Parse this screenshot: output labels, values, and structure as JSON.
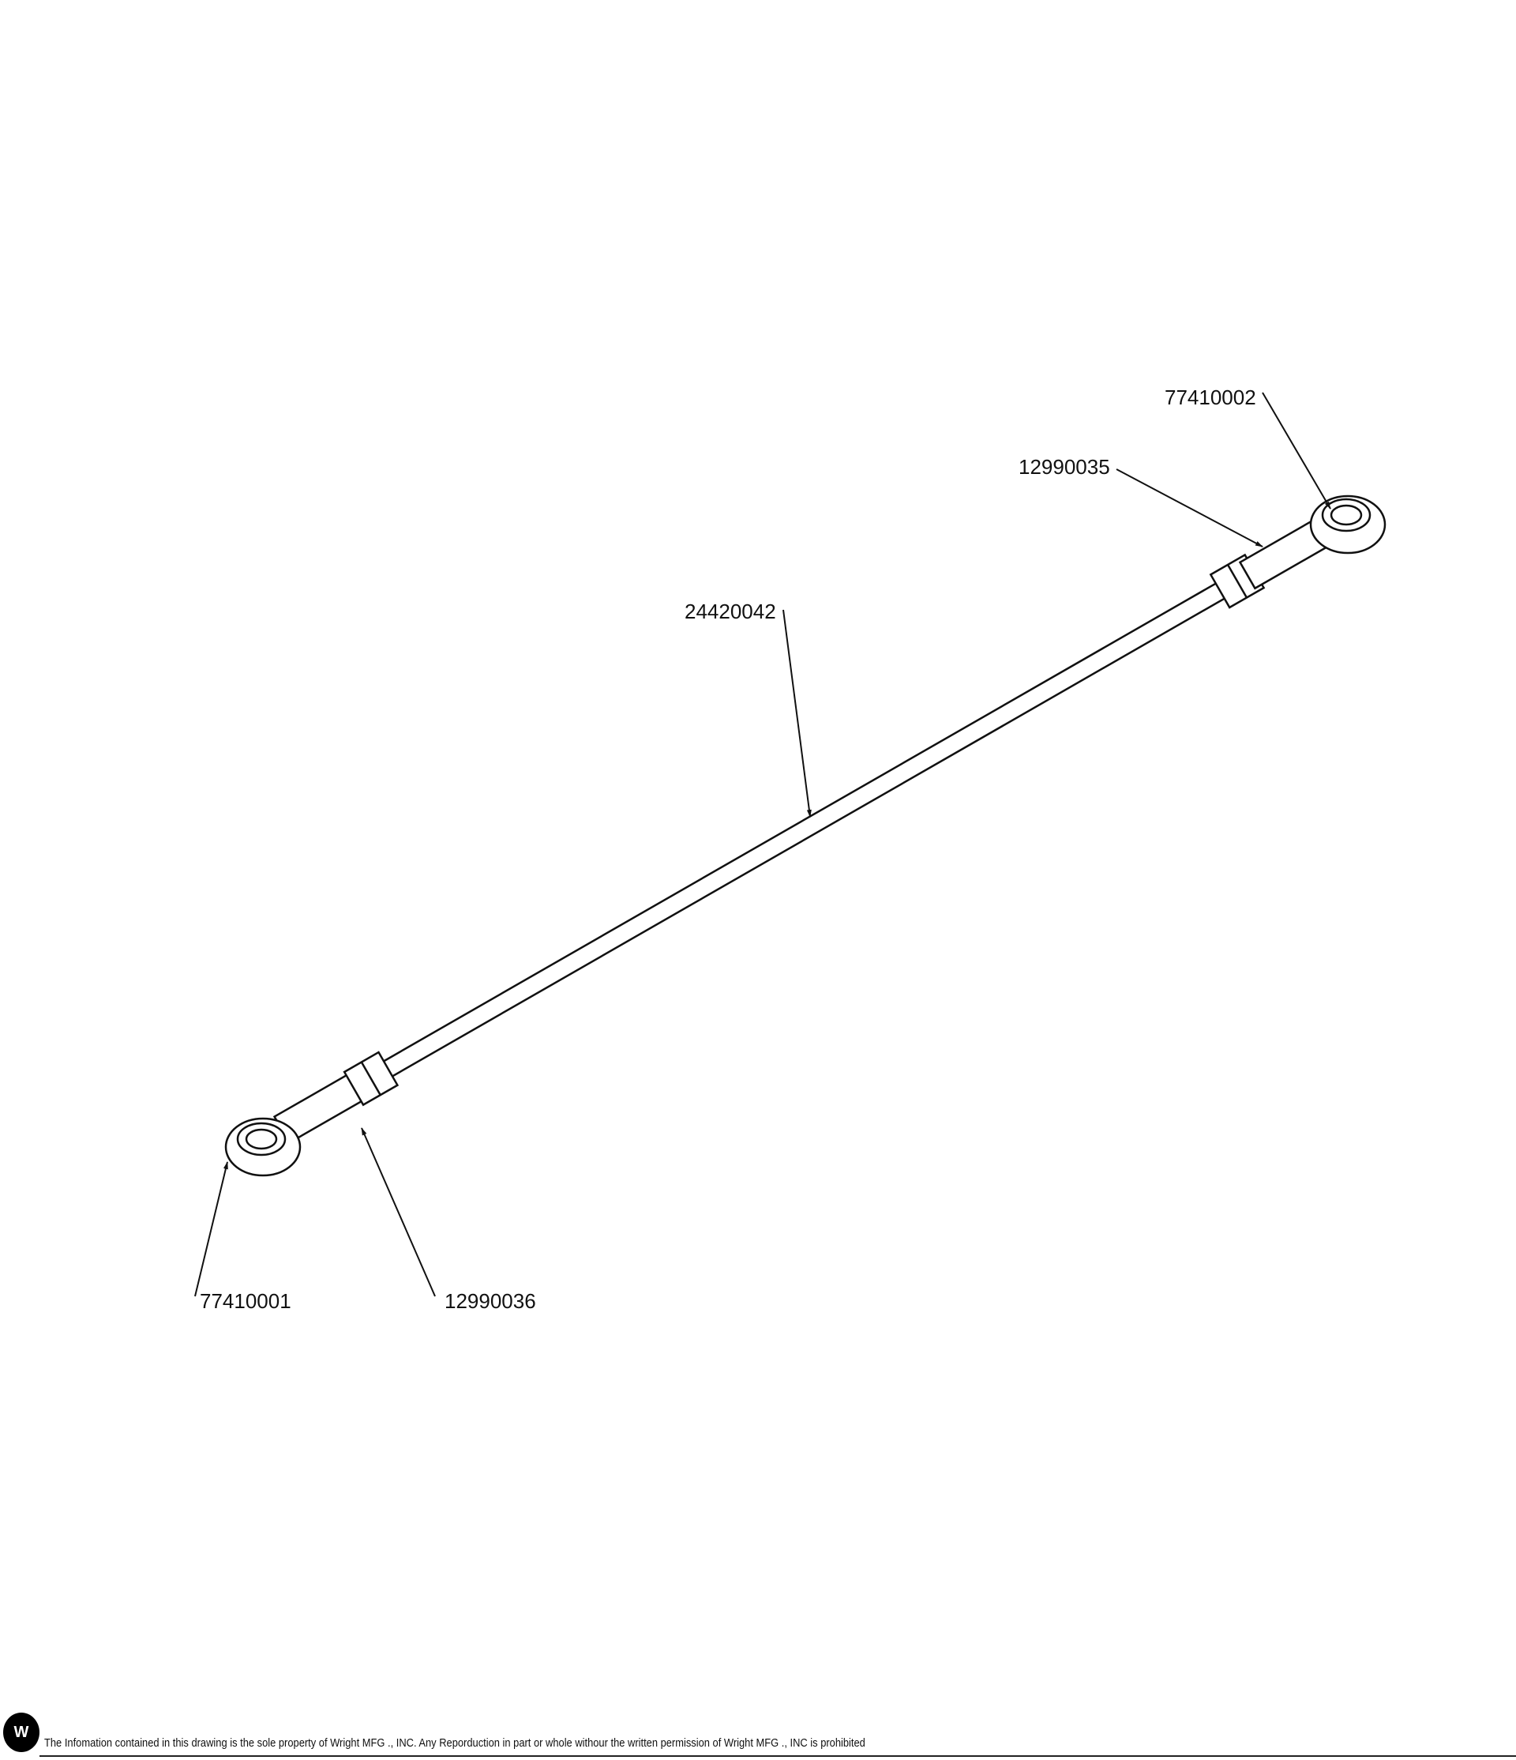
{
  "parts": {
    "rod_end_right": "77410002",
    "jam_nut_right": "12990035",
    "rod": "24420042",
    "rod_end_left": "77410001",
    "jam_nut_left": "12990036"
  },
  "footer": {
    "logo_text": "W",
    "notice": "The Infomation contained in this drawing is the sole property of Wright MFG ., INC. Any Reporduction in part or whole withour the written permission of Wright MFG ., INC is prohibited"
  }
}
